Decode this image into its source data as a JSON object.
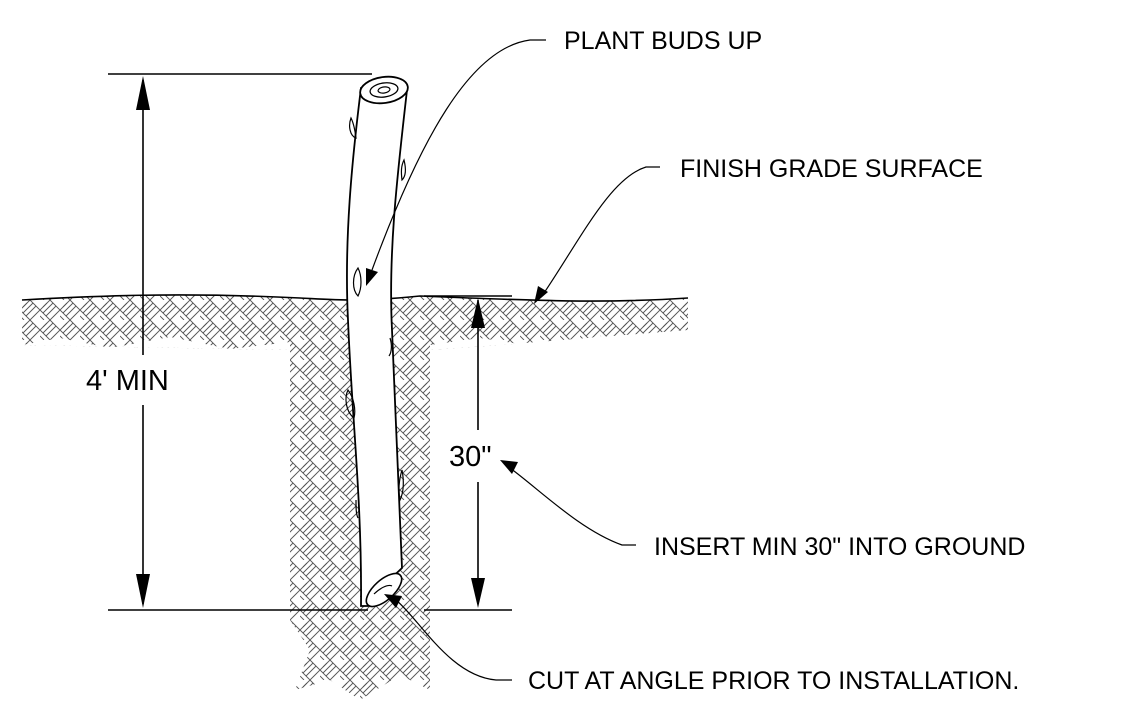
{
  "labels": {
    "plant_buds_up": "PLANT BUDS UP",
    "finish_grade_surface": "FINISH GRADE SURFACE",
    "insert_min": "INSERT MIN 30\" INTO GROUND",
    "cut_at_angle": "CUT AT ANGLE PRIOR TO INSTALLATION."
  },
  "dimensions": {
    "overall_length": "4' MIN",
    "embed_depth": "30\""
  },
  "colors": {
    "ink": "#000000",
    "hatch": "#555555",
    "background": "#ffffff"
  }
}
